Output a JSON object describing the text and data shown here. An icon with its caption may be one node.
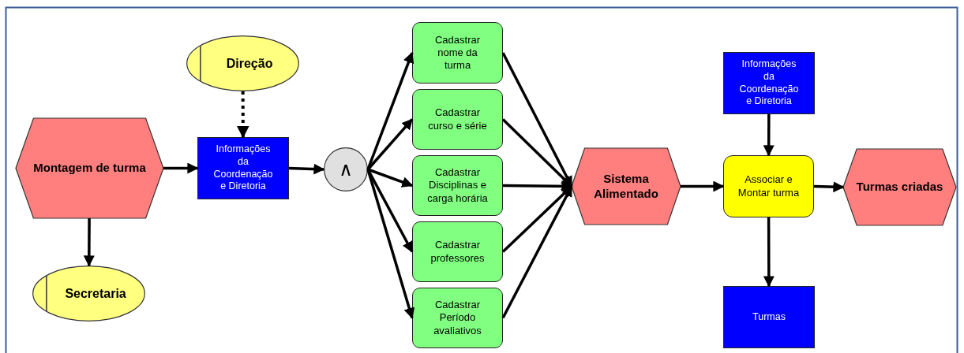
{
  "diagram": {
    "nodes": [
      {
        "text": [
          "Montagem de turma"
        ]
      },
      {
        "text": [
          "Direção"
        ]
      },
      {
        "text": [
          "Secretaria"
        ]
      },
      {
        "text": [
          "Informações da Coordenação e Diretoria"
        ]
      },
      {
        "text": [
          "∧"
        ]
      },
      {
        "text": [
          "Cadastrar nome da turma"
        ]
      },
      {
        "text": [
          "Cadastrar curso e série"
        ]
      },
      {
        "text": [
          "Cadastrar Disciplinas e carga horária"
        ]
      },
      {
        "text": [
          "Cadastrar professores"
        ]
      },
      {
        "text": [
          "Cadastrar Período avaliativos"
        ]
      },
      {
        "text": [
          "Sistema Alimentado"
        ]
      },
      {
        "text": [
          "Informações da Coordenação e Diretoria"
        ]
      },
      {
        "text": [
          "Associar e Montar turma"
        ]
      },
      {
        "text": [
          "Turmas criadas"
        ]
      },
      {
        "text": [
          "Turmas"
        ]
      }
    ],
    "edges": [
      {
        "from": 0,
        "to": 3,
        "arrow": "to"
      },
      {
        "from": 0,
        "to": 2,
        "arrow": "to"
      },
      {
        "from": 1,
        "to": 3,
        "arrow": "to",
        "style": "dashed"
      },
      {
        "from": 3,
        "to": 4,
        "arrow": "to"
      },
      {
        "from": 4,
        "to": 5,
        "arrow": "to"
      },
      {
        "from": 4,
        "to": 6,
        "arrow": "to"
      },
      {
        "from": 4,
        "to": 7,
        "arrow": "to"
      },
      {
        "from": 4,
        "to": 8,
        "arrow": "to"
      },
      {
        "from": 4,
        "to": 9,
        "arrow": "to"
      },
      {
        "from": 5,
        "to": 10,
        "arrow": "to"
      },
      {
        "from": 6,
        "to": 10,
        "arrow": "to"
      },
      {
        "from": 7,
        "to": 10,
        "arrow": "to"
      },
      {
        "from": 8,
        "to": 10,
        "arrow": "to"
      },
      {
        "from": 9,
        "to": 10,
        "arrow": "to"
      },
      {
        "from": 10,
        "to": 12,
        "arrow": "to"
      },
      {
        "from": 11,
        "to": 12,
        "arrow": "to"
      },
      {
        "from": 12,
        "to": 13,
        "arrow": "to"
      },
      {
        "from": 12,
        "to": 14,
        "arrow": "to"
      }
    ]
  }
}
